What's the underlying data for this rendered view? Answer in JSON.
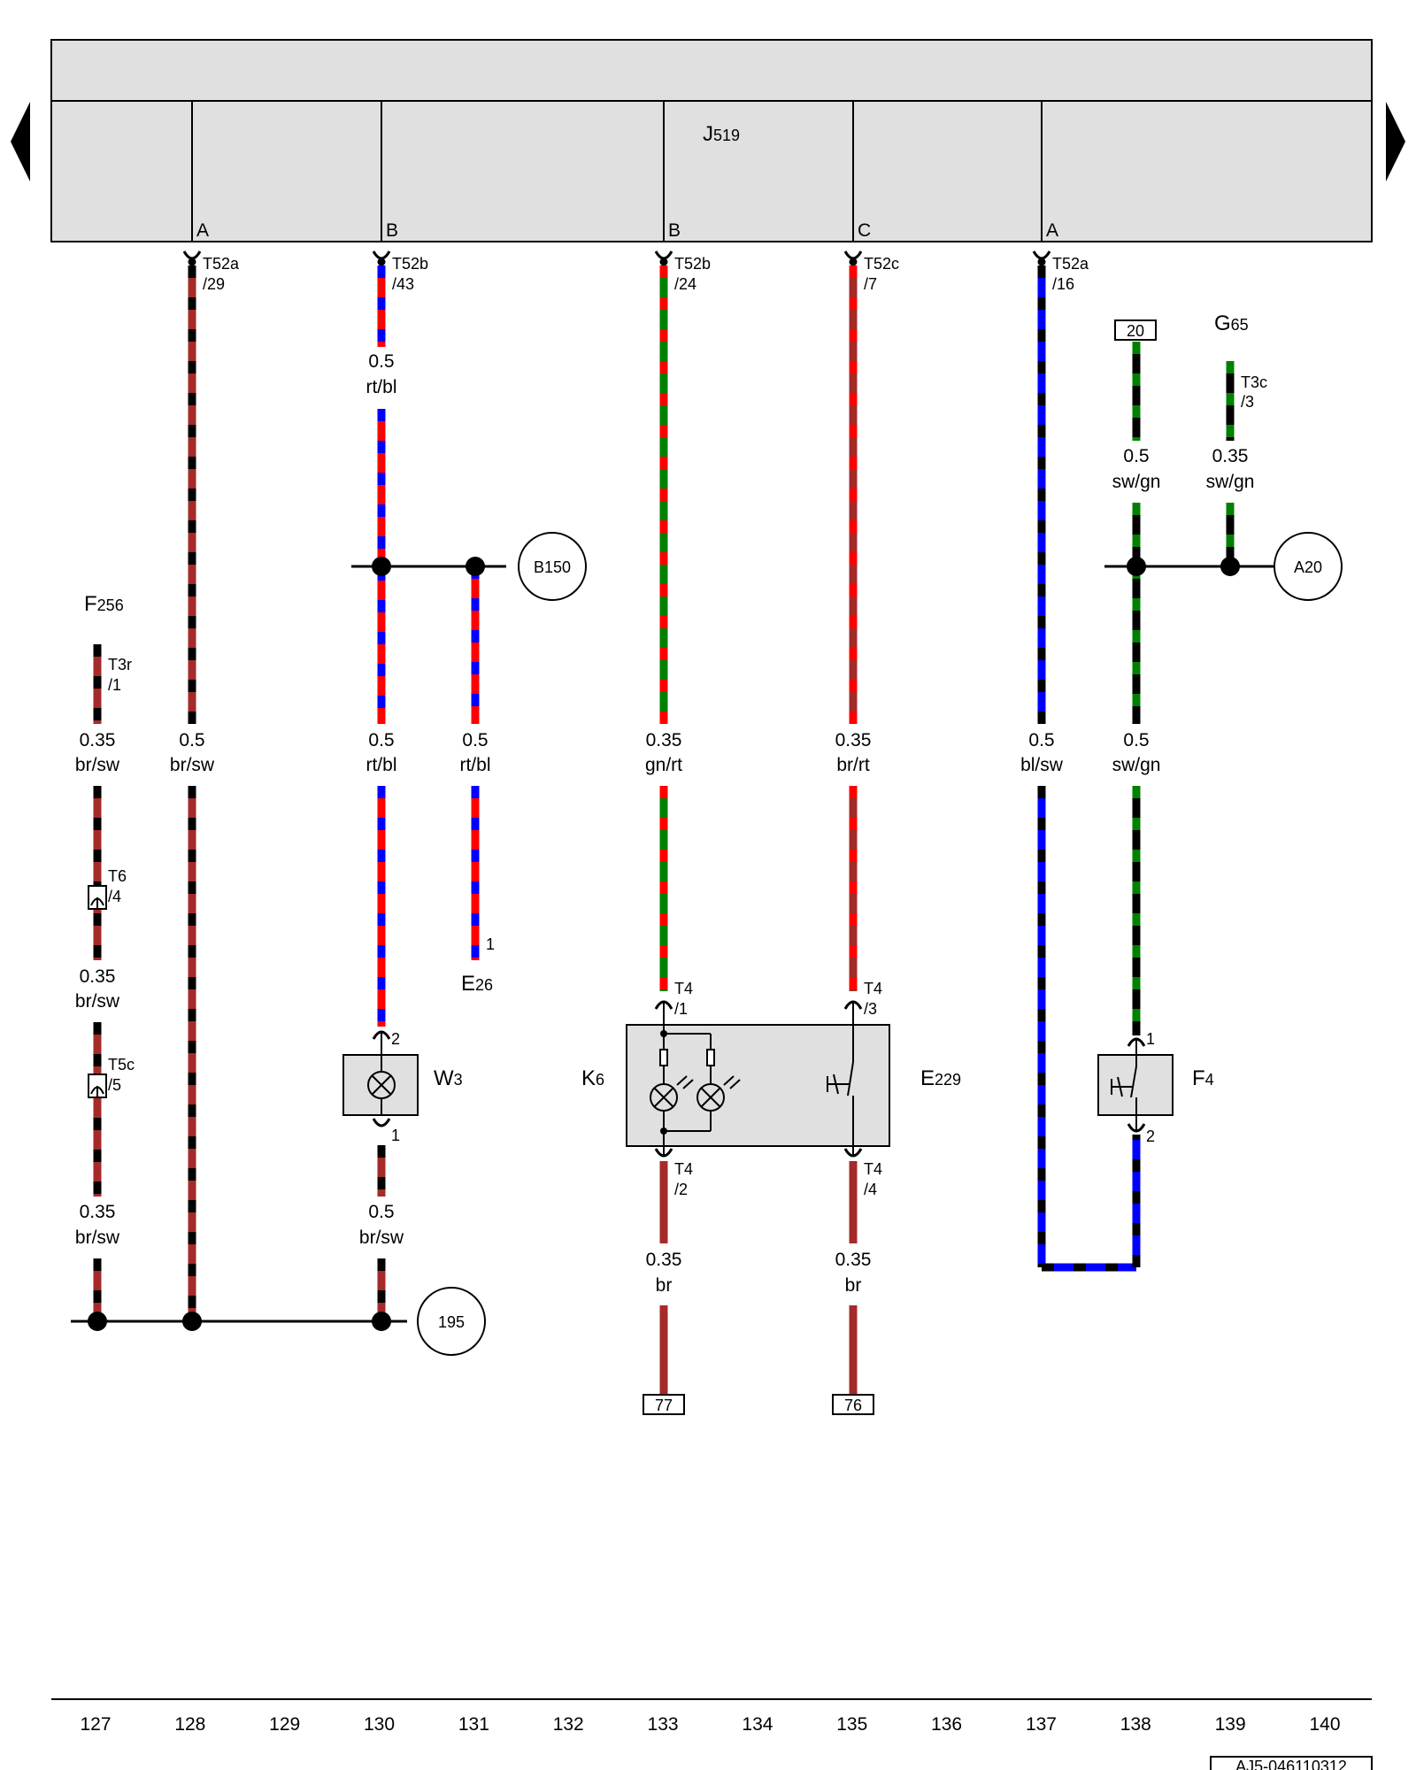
{
  "controller": {
    "name": "J",
    "index": "519"
  },
  "pins_top": [
    {
      "letter": "A",
      "conn": "T52a",
      "pin": "/29"
    },
    {
      "letter": "B",
      "conn": "T52b",
      "pin": "/43"
    },
    {
      "letter": "B",
      "conn": "T52b",
      "pin": "/24"
    },
    {
      "letter": "C",
      "conn": "T52c",
      "pin": "/7"
    },
    {
      "letter": "A",
      "conn": "T52a",
      "pin": "/16"
    }
  ],
  "wires": [
    {
      "id": "w128",
      "size": "0.5",
      "color": "br/sw"
    },
    {
      "id": "w130a",
      "size": "0.5",
      "color": "rt/bl"
    },
    {
      "id": "w130b",
      "size": "0.5",
      "color": "rt/bl"
    },
    {
      "id": "w131",
      "size": "0.5",
      "color": "rt/bl"
    },
    {
      "id": "w133",
      "size": "0.35",
      "color": "gn/rt"
    },
    {
      "id": "w135",
      "size": "0.35",
      "color": "br/rt"
    },
    {
      "id": "w137",
      "size": "0.5",
      "color": "bl/sw"
    },
    {
      "id": "w138a",
      "size": "0.5",
      "color": "sw/gn"
    },
    {
      "id": "w138b",
      "size": "0.5",
      "color": "sw/gn"
    },
    {
      "id": "w139",
      "size": "0.35",
      "color": "sw/gn"
    },
    {
      "id": "w127a",
      "size": "0.35",
      "color": "br/sw"
    },
    {
      "id": "w127b",
      "size": "0.35",
      "color": "br/sw"
    },
    {
      "id": "w127c",
      "size": "0.35",
      "color": "br/sw"
    },
    {
      "id": "w130c",
      "size": "0.5",
      "color": "br/sw"
    },
    {
      "id": "w133b",
      "size": "0.35",
      "color": "br"
    },
    {
      "id": "w135b",
      "size": "0.35",
      "color": "br"
    }
  ],
  "components": {
    "F256": {
      "name": "F",
      "index": "256",
      "conn": "T3r",
      "pin": "/1"
    },
    "G65": {
      "name": "G",
      "index": "65",
      "conn": "T3c",
      "pin": "/3"
    },
    "E26": {
      "name": "E",
      "index": "26",
      "pin": "1"
    },
    "W3": {
      "name": "W",
      "index": "3",
      "pin_top": "2",
      "pin_bottom": "1"
    },
    "K6": {
      "name": "K",
      "index": "6"
    },
    "E229": {
      "name": "E",
      "index": "229"
    },
    "F4": {
      "name": "F",
      "index": "4",
      "pin_top": "1",
      "pin_bottom": "2"
    },
    "T6": {
      "conn": "T6",
      "pin": "/4"
    },
    "T5c": {
      "conn": "T5c",
      "pin": "/5"
    },
    "T4_1": {
      "conn": "T4",
      "pin": "/1"
    },
    "T4_3": {
      "conn": "T4",
      "pin": "/3"
    },
    "T4_2": {
      "conn": "T4",
      "pin": "/2"
    },
    "T4_4": {
      "conn": "T4",
      "pin": "/4"
    }
  },
  "junctions": {
    "B150": "B150",
    "A20": "A20",
    "ground": "195"
  },
  "references": {
    "top": "20",
    "left_bottom": "77",
    "right_bottom": "76"
  },
  "columns": [
    "127",
    "128",
    "129",
    "130",
    "131",
    "132",
    "133",
    "134",
    "135",
    "136",
    "137",
    "138",
    "139",
    "140"
  ],
  "doc_id": "AJ5-046110312",
  "colors": {
    "br": "#a52a2a",
    "sw": "#000000",
    "rt": "#ff0000",
    "bl": "#0000ff",
    "gn": "#008000",
    "panel": "#e0e0e0"
  }
}
